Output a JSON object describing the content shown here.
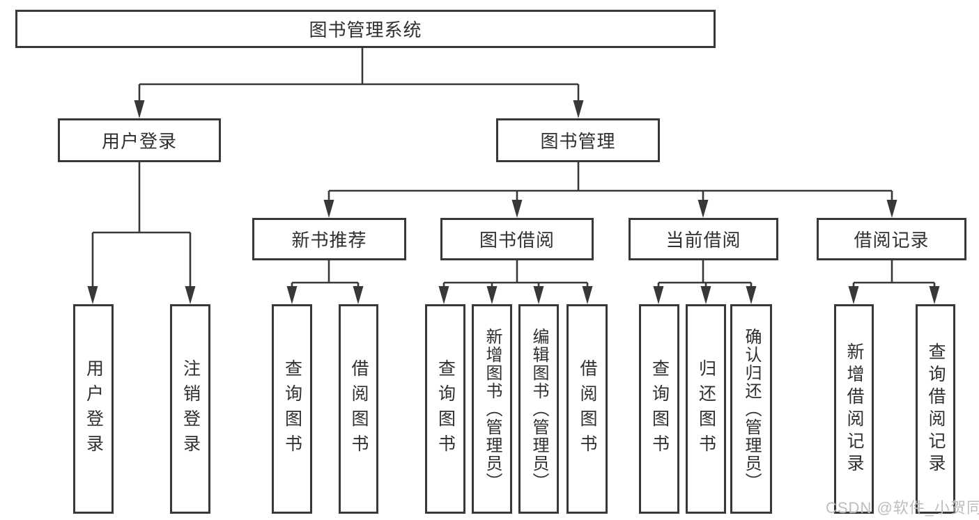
{
  "watermark": "CSDN @软件_小贺同学",
  "colors": {
    "line": "#383838",
    "text": "#2f2f2f",
    "watermark": "#bdbdbd",
    "background": "#ffffff"
  },
  "tree": {
    "label": "图书管理系统",
    "children": [
      {
        "label": "用户登录",
        "children": [
          {
            "label": "用户登录"
          },
          {
            "label": "注销登录"
          }
        ]
      },
      {
        "label": "图书管理",
        "children": [
          {
            "label": "新书推荐",
            "children": [
              {
                "label": "查询图书"
              },
              {
                "label": "借阅图书"
              }
            ]
          },
          {
            "label": "图书借阅",
            "children": [
              {
                "label": "查询图书"
              },
              {
                "label": "新增图书（管理员）"
              },
              {
                "label": "编辑图书（管理员）"
              },
              {
                "label": "借阅图书"
              }
            ]
          },
          {
            "label": "当前借阅",
            "children": [
              {
                "label": "查询图书"
              },
              {
                "label": "归还图书"
              },
              {
                "label": "确认归还（管理员）"
              }
            ]
          },
          {
            "label": "借阅记录",
            "children": [
              {
                "label": "新增借阅记录"
              },
              {
                "label": "查询借阅记录"
              }
            ]
          }
        ]
      }
    ]
  }
}
